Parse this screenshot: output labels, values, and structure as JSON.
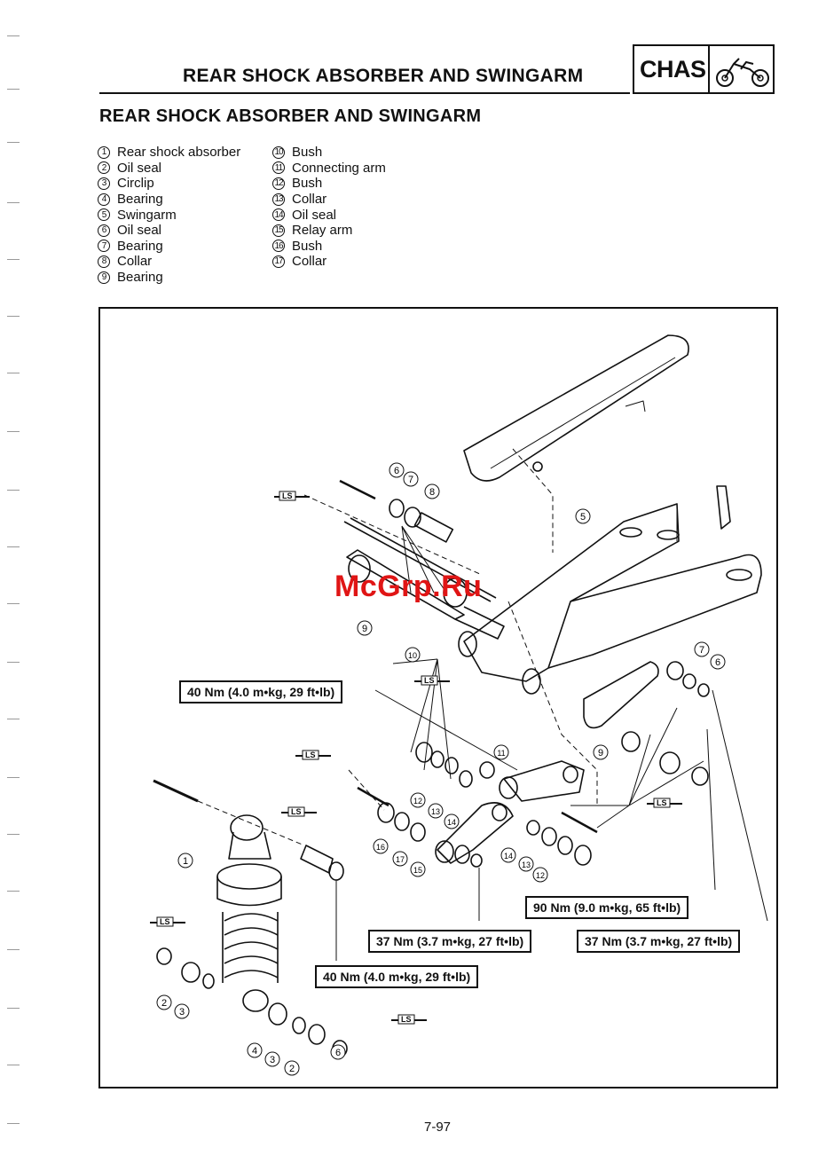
{
  "header": {
    "title": "REAR SHOCK ABSORBER AND SWINGARM",
    "section_badge": "CHAS",
    "badge_icon": "motorcycle-icon"
  },
  "section_title": "REAR SHOCK ABSORBER AND SWINGARM",
  "parts_list": [
    {
      "num": "1",
      "name": "Rear shock absorber"
    },
    {
      "num": "2",
      "name": "Oil seal"
    },
    {
      "num": "3",
      "name": "Circlip"
    },
    {
      "num": "4",
      "name": "Bearing"
    },
    {
      "num": "5",
      "name": "Swingarm"
    },
    {
      "num": "6",
      "name": "Oil seal"
    },
    {
      "num": "7",
      "name": "Bearing"
    },
    {
      "num": "8",
      "name": "Collar"
    },
    {
      "num": "9",
      "name": "Bearing"
    },
    {
      "num": "10",
      "name": "Bush"
    },
    {
      "num": "11",
      "name": "Connecting arm"
    },
    {
      "num": "12",
      "name": "Bush"
    },
    {
      "num": "13",
      "name": "Collar"
    },
    {
      "num": "14",
      "name": "Oil seal"
    },
    {
      "num": "15",
      "name": "Relay arm"
    },
    {
      "num": "16",
      "name": "Bush"
    },
    {
      "num": "17",
      "name": "Collar"
    }
  ],
  "diagram": {
    "torque_specs": [
      "40 Nm (4.0 m•kg, 29 ft•lb)",
      "90 Nm (9.0 m•kg, 65 ft•lb)",
      "37 Nm (3.7 m•kg, 27 ft•lb)",
      "37 Nm (3.7 m•kg, 27 ft•lb)",
      "40 Nm (4.0 m•kg, 29 ft•lb)"
    ],
    "lubricant_symbol": "LS",
    "callouts": [
      "6",
      "7",
      "8",
      "5",
      "9",
      "10",
      "7",
      "6",
      "11",
      "9",
      "12",
      "13",
      "14",
      "16",
      "17",
      "15",
      "14",
      "13",
      "12",
      "1",
      "2",
      "3",
      "4",
      "3",
      "2",
      "6"
    ]
  },
  "watermark": "McGrp.Ru",
  "page_number": "7-97"
}
